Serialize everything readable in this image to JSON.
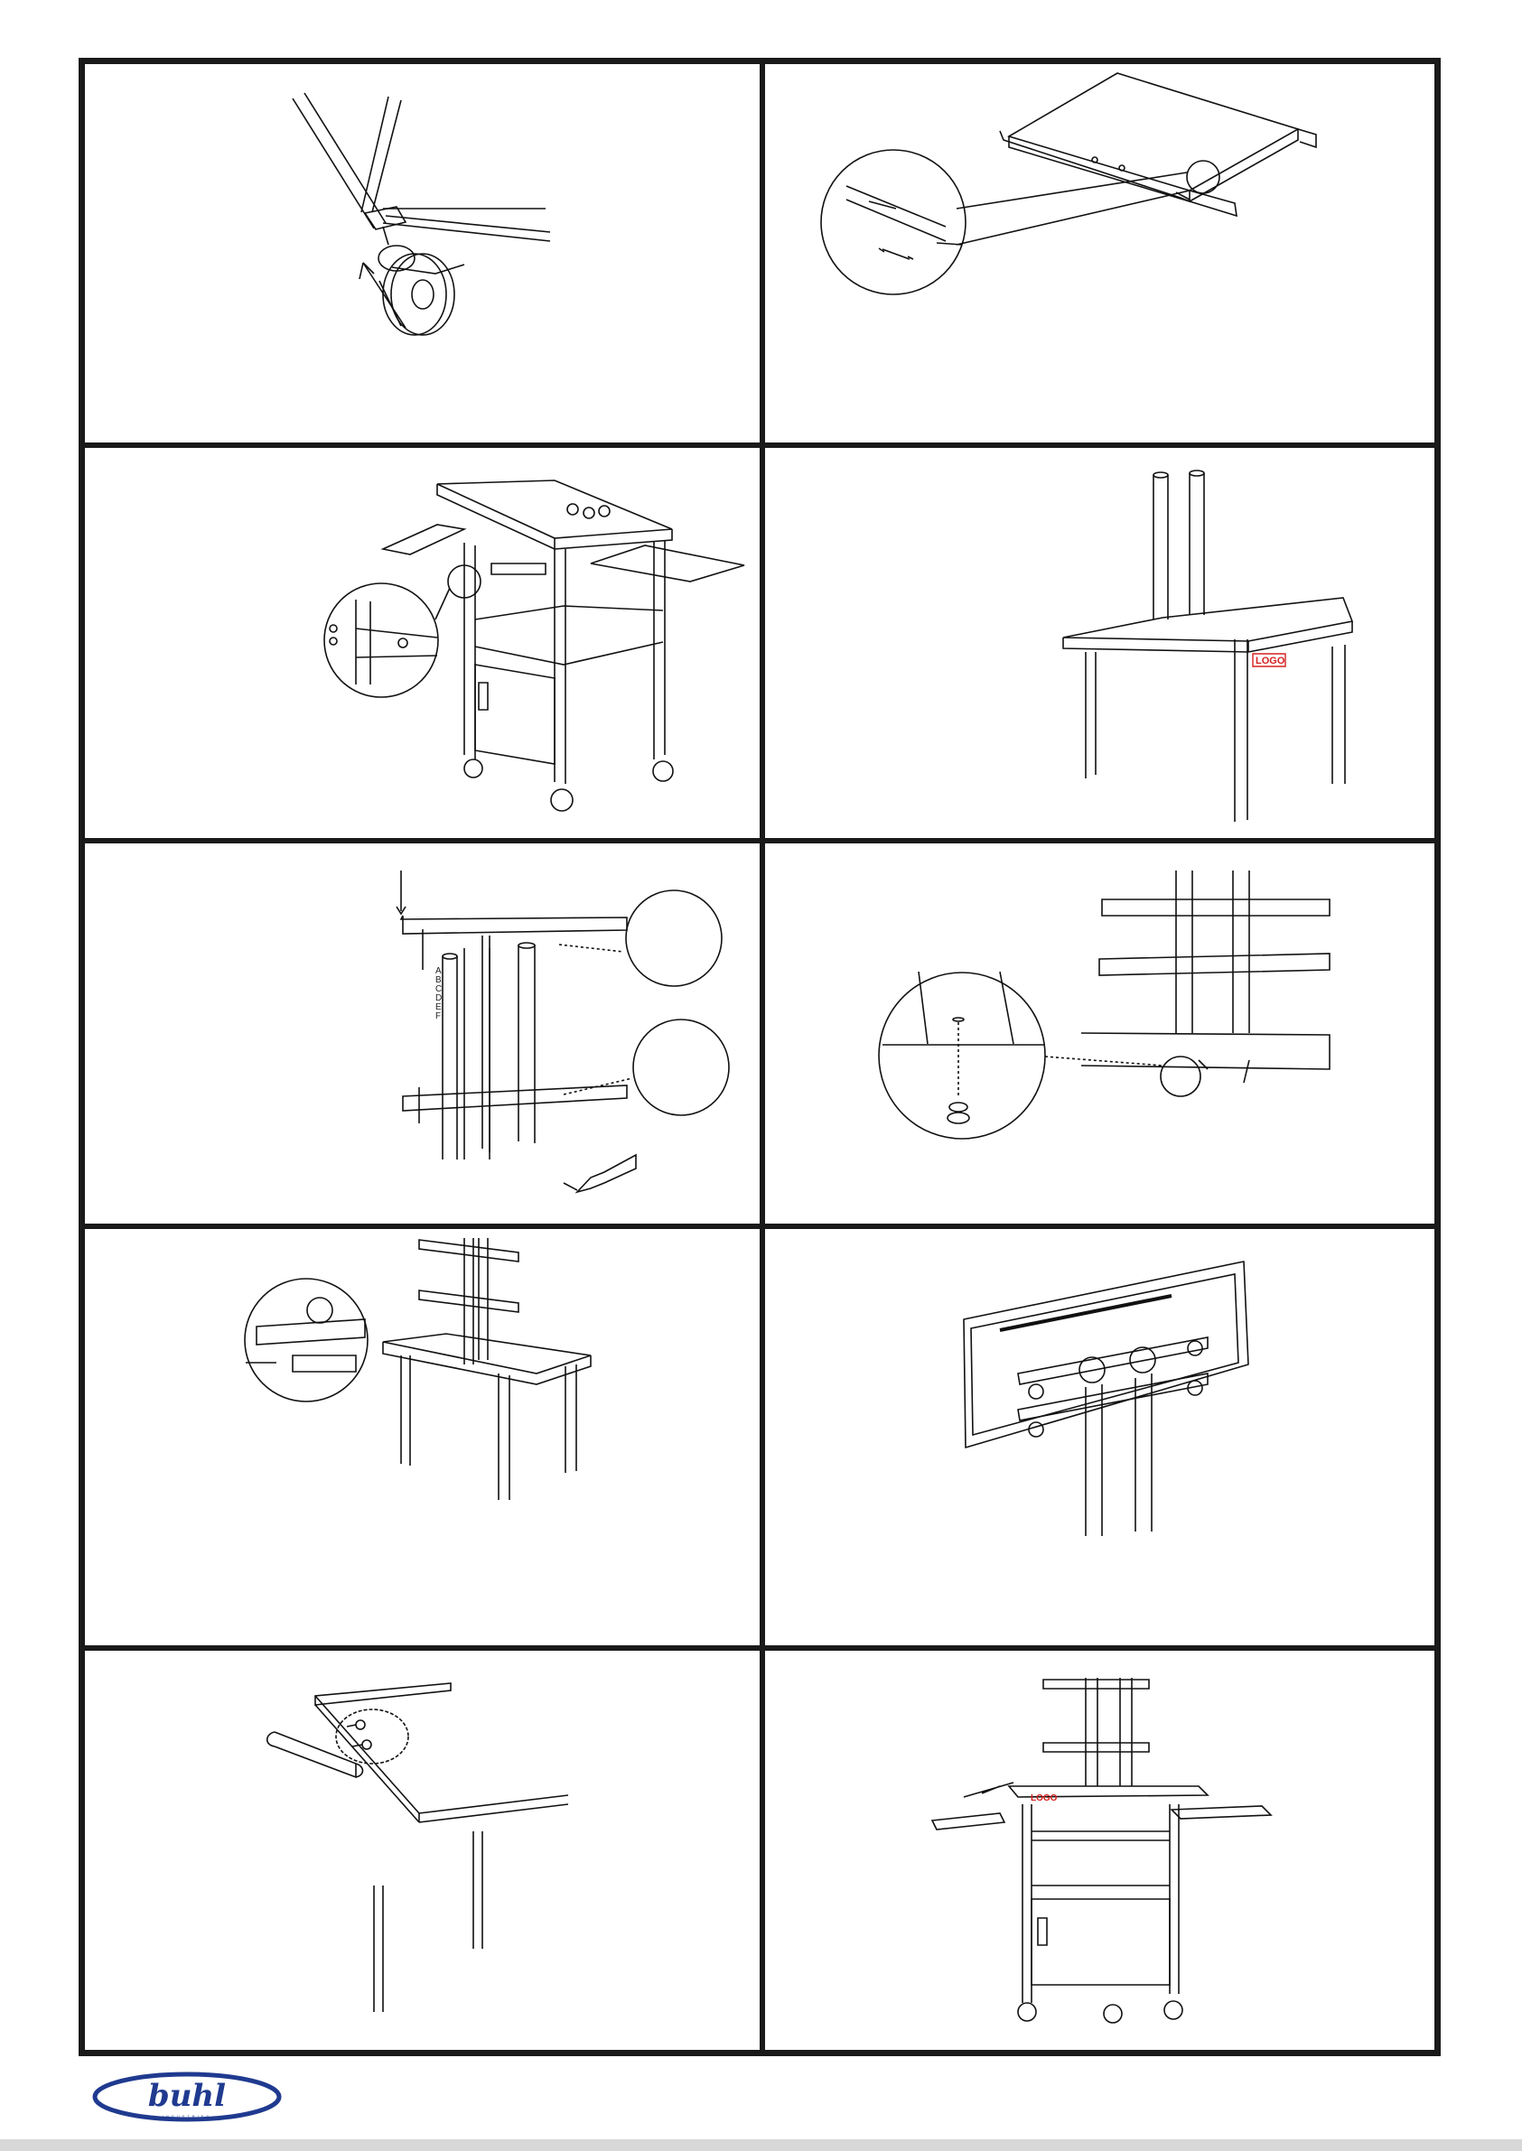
{
  "document": {
    "steps": [
      {
        "id": 1,
        "illustration": "caster-wheel-insertion"
      },
      {
        "id": 2,
        "illustration": "shelf-rail-adjustment"
      },
      {
        "id": 3,
        "illustration": "cart-with-side-shelves"
      },
      {
        "id": 4,
        "illustration": "tabletop-with-poles"
      },
      {
        "id": 5,
        "illustration": "mount-bracket-heights"
      },
      {
        "id": 6,
        "illustration": "pole-base-bolt"
      },
      {
        "id": 7,
        "illustration": "brackets-on-table"
      },
      {
        "id": 8,
        "illustration": "monitor-on-mount"
      },
      {
        "id": 9,
        "illustration": "handle-attachment"
      },
      {
        "id": 10,
        "illustration": "completed-cart"
      }
    ],
    "height_labels": [
      "A",
      "B",
      "C",
      "D",
      "E",
      "F"
    ],
    "logo_label": "LOGO",
    "brand": {
      "name": "buhl",
      "tagline": "INDUSTRIES",
      "color": "#1f3a8f"
    },
    "accent_color": "#d62020"
  }
}
